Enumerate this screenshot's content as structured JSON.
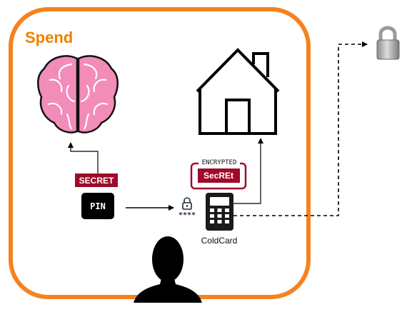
{
  "container": {
    "title": "Spend"
  },
  "labels": {
    "secret": "SECRET",
    "encrypted": "ENCRYPTED",
    "secret_mixed": "SecREt",
    "pin": "PIN",
    "masked": "****",
    "device": "ColdCard"
  },
  "colors": {
    "frame": "#f58220",
    "tag": "#9e0b2a",
    "brain": "#f28cb8",
    "lock": "#b8b8b8"
  },
  "icons": [
    "brain-icon",
    "house-icon",
    "padlock-icon",
    "small-lock-icon",
    "calculator-icon",
    "person-icon"
  ]
}
